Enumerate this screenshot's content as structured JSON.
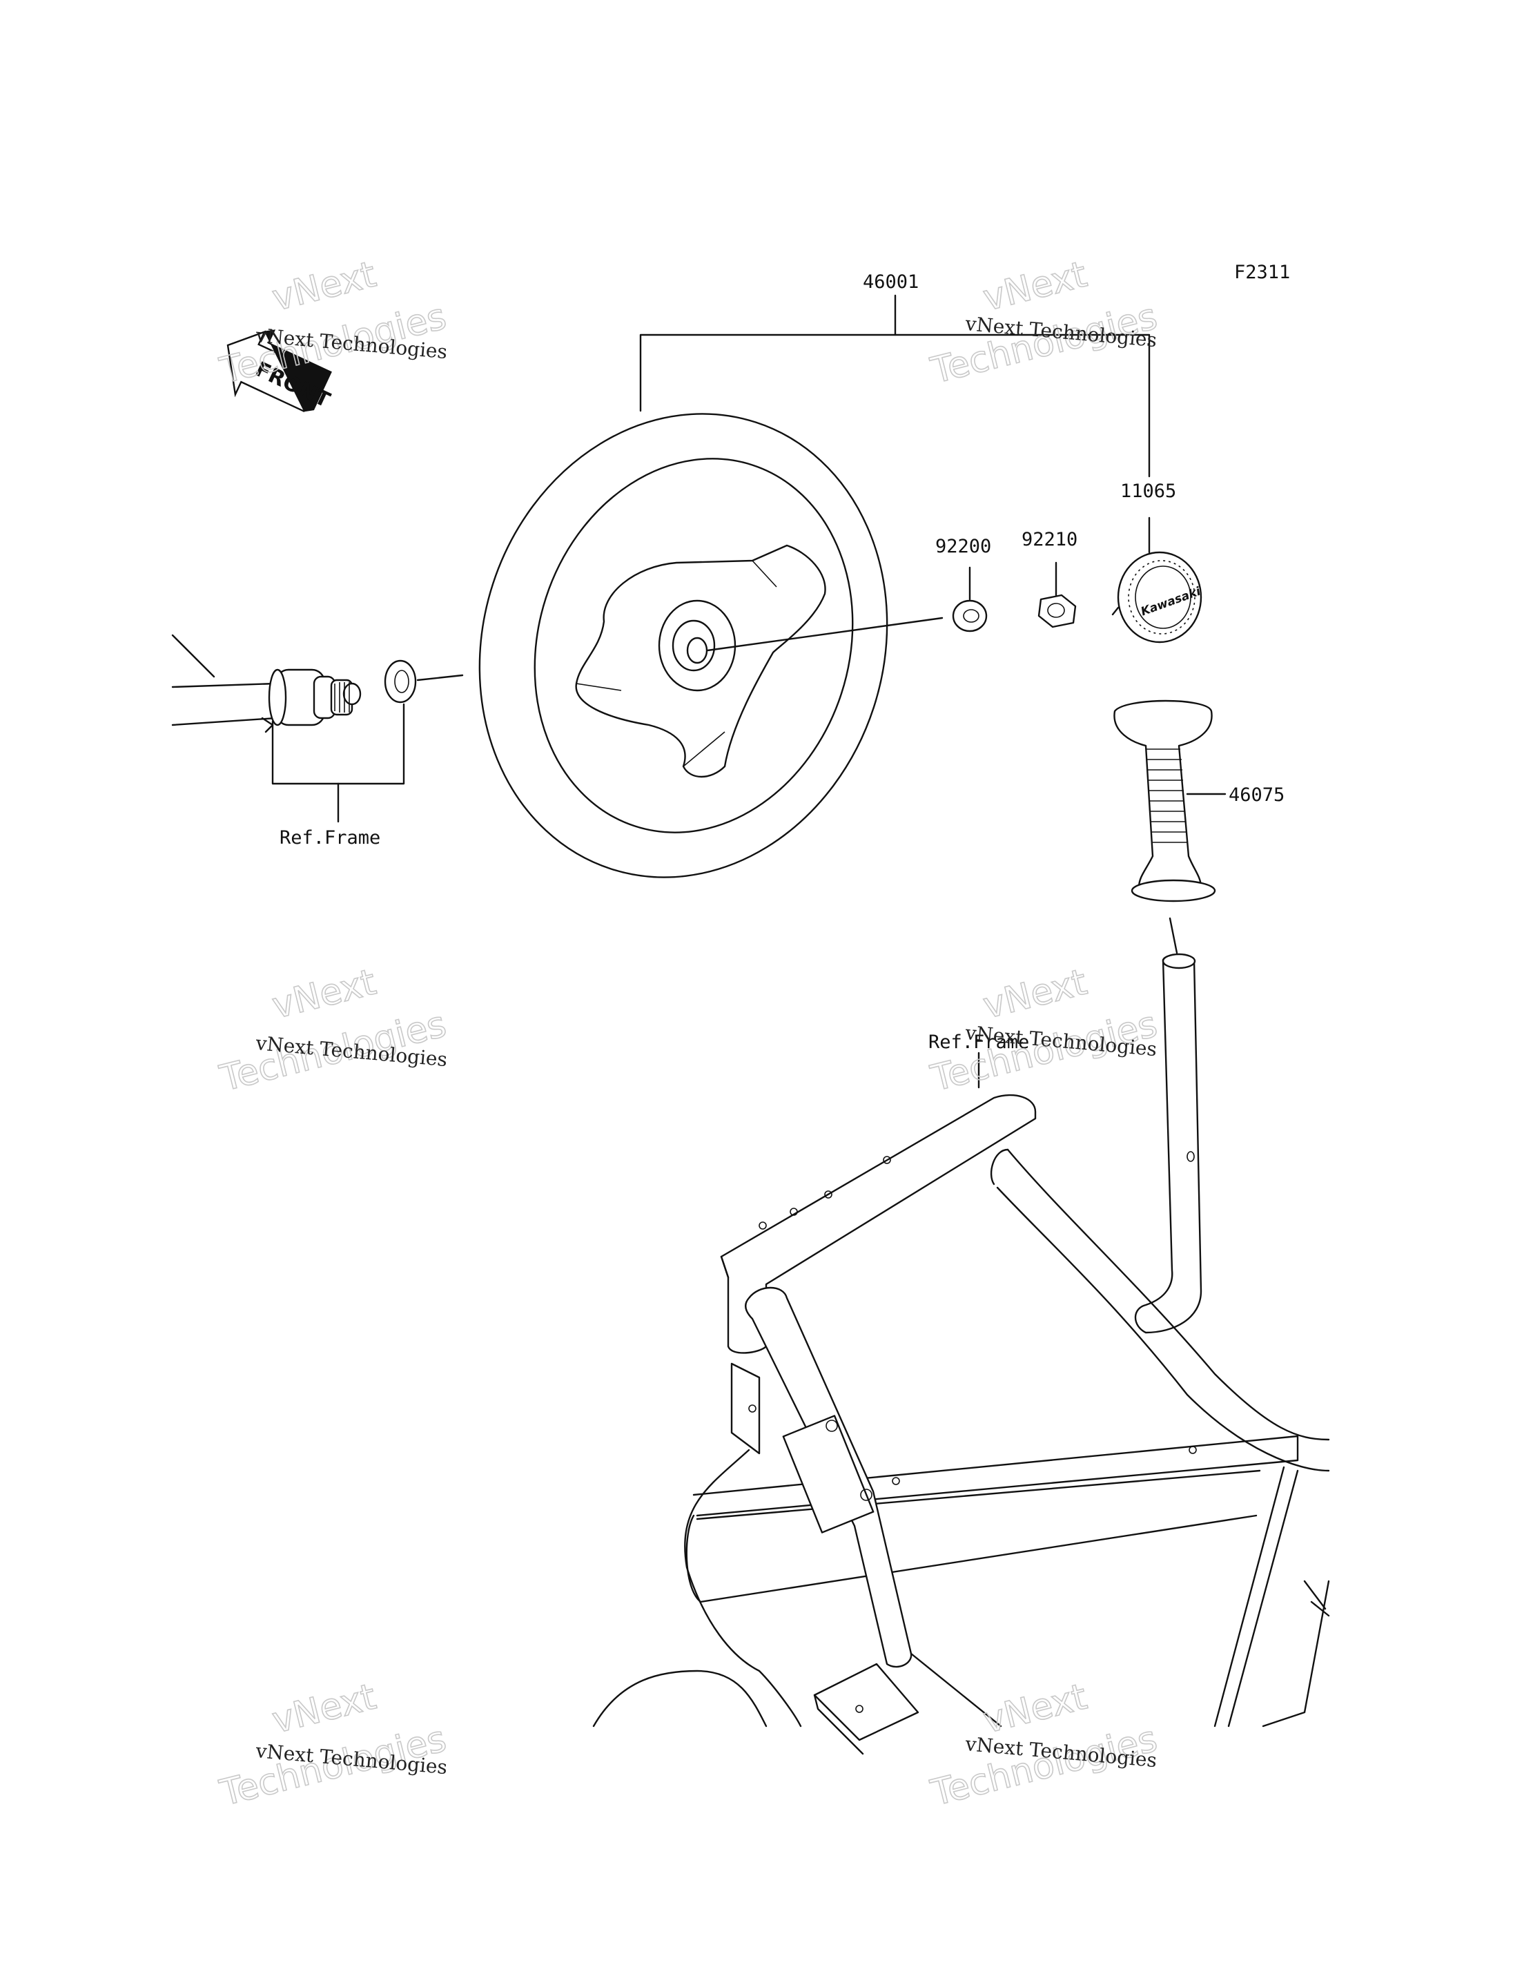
{
  "diagram_code": "F2311",
  "front_label": "FRONT",
  "parts": {
    "steering_wheel": "46001",
    "emblem_cap": "11065",
    "washer": "92200",
    "nut": "92210",
    "grip": "46075"
  },
  "refs": {
    "ref_frame_left": "Ref.Frame",
    "ref_frame_center": "Ref.Frame"
  },
  "emblem_text": "Kawasaki",
  "watermark": {
    "line1": "vNext Technologies",
    "big1": "vNext",
    "big2": "Technologies"
  }
}
